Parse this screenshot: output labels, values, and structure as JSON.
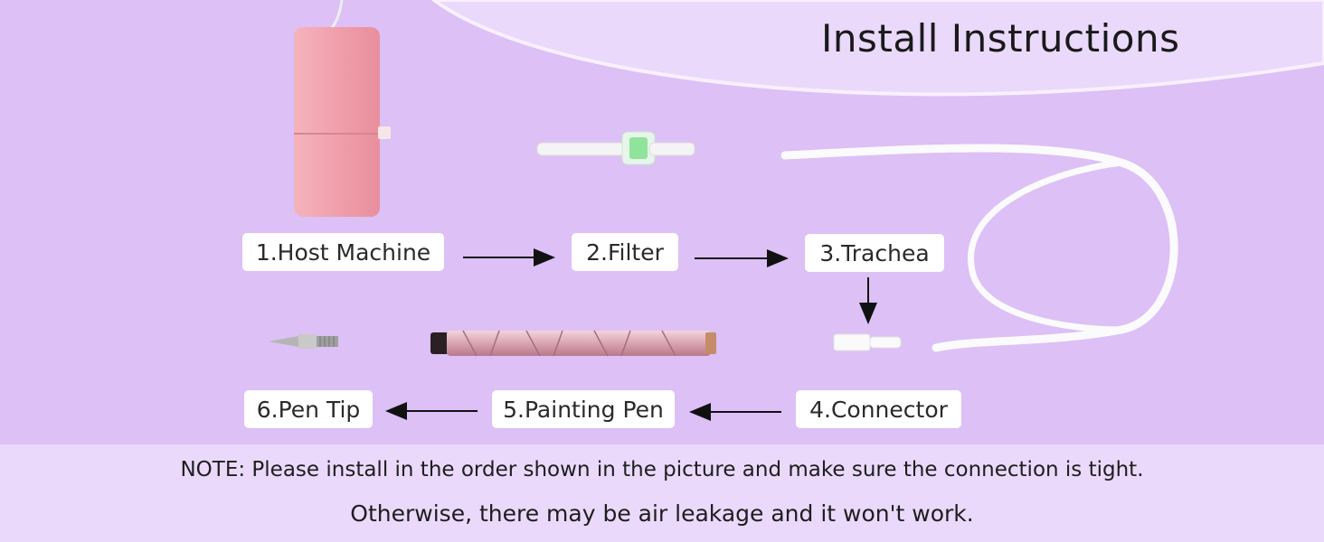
{
  "title": "Install Instructions",
  "steps": [
    {
      "label": "1.Host Machine",
      "icon": "host-machine-icon"
    },
    {
      "label": "2.Filter",
      "icon": "filter-icon"
    },
    {
      "label": "3.Trachea",
      "icon": "tube-icon"
    },
    {
      "label": "4.Connector",
      "icon": "connector-icon"
    },
    {
      "label": "5.Painting Pen",
      "icon": "pen-icon"
    },
    {
      "label": "6.Pen Tip",
      "icon": "pen-tip-icon"
    }
  ],
  "note": {
    "line1": "NOTE: Please install in the order shown in the picture and make sure the connection is tight.",
    "line2": "Otherwise, there may be air leakage and it won't work."
  },
  "colors": {
    "background": "#dcc0f6",
    "banner": "#ead9fb",
    "machine": "#f1a9b4",
    "label_bg": "#ffffff"
  }
}
